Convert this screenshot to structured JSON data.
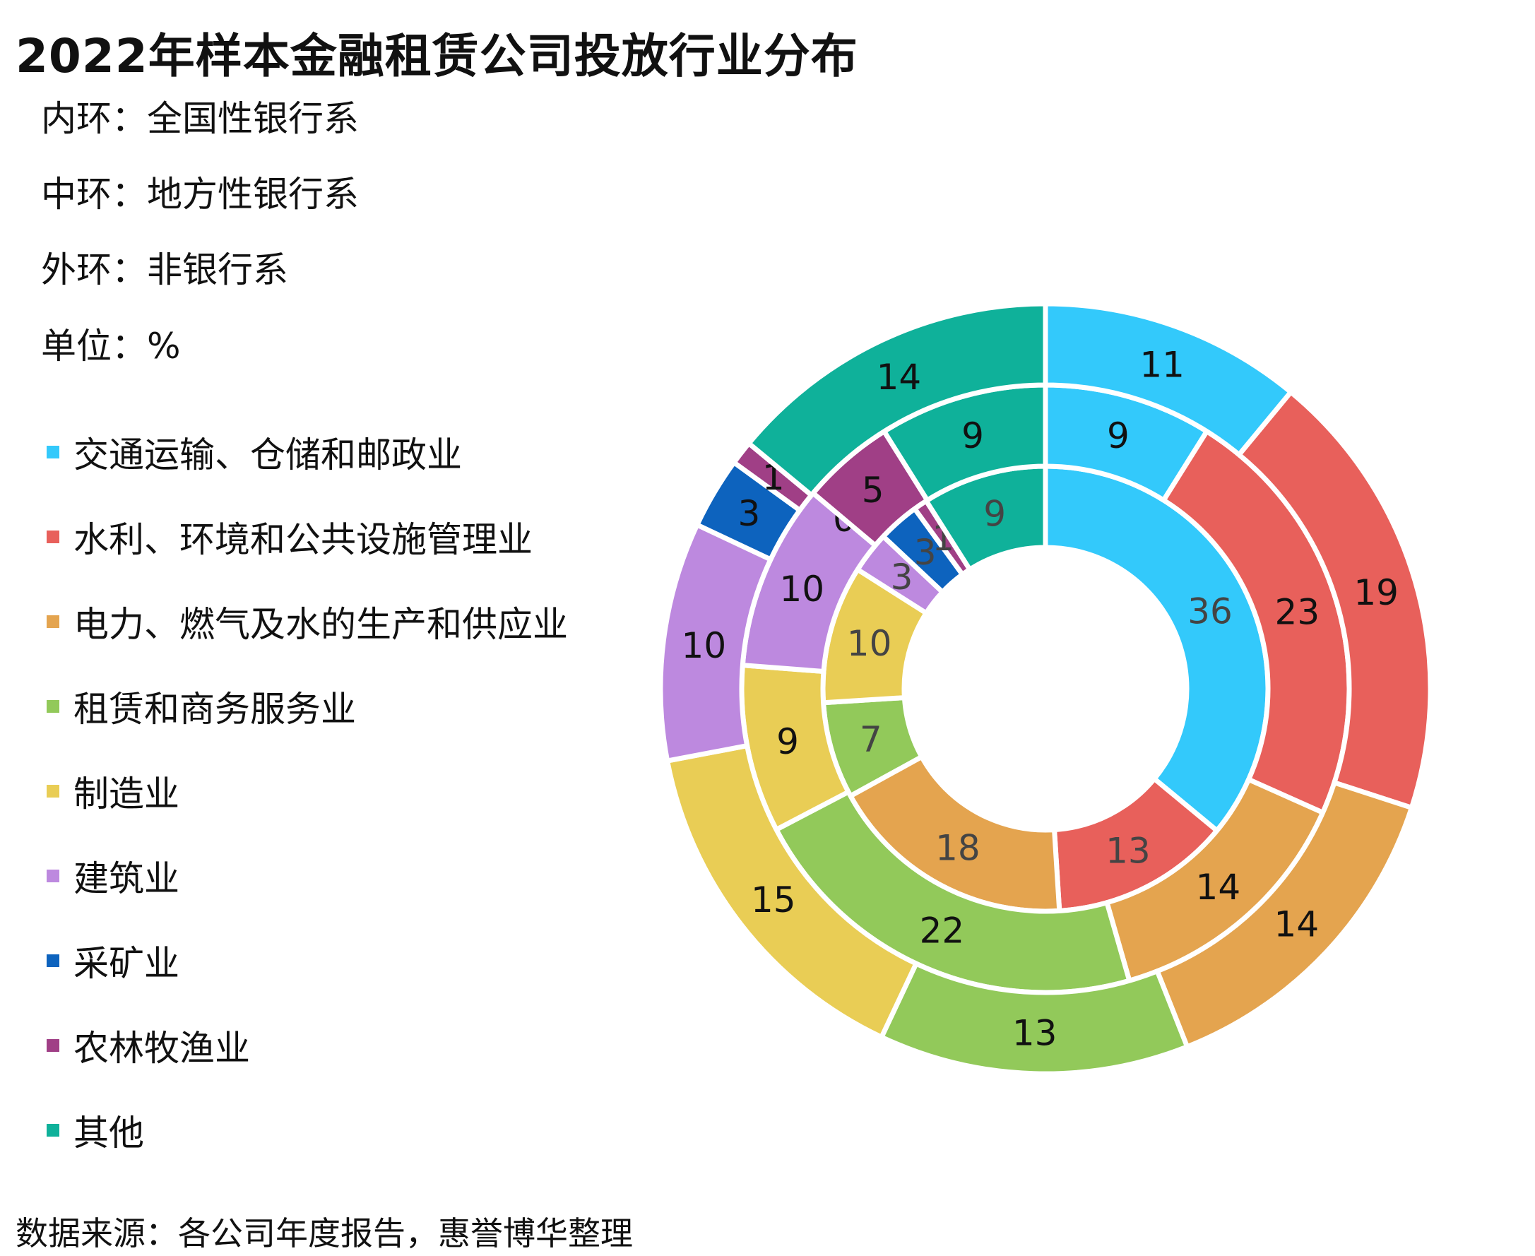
{
  "title": "2022年样本金融租赁公司投放行业分布",
  "notes": {
    "inner": "内环：全国性银行系",
    "middle": "中环：地方性银行系",
    "outer": "外环：非银行系",
    "unit": "单位：%"
  },
  "source": "数据来源：各公司年度报告，惠誉博华整理",
  "chart_data": {
    "type": "pie",
    "categories": [
      "交通运输、仓储和邮政业",
      "水利、环境和公共设施管理业",
      "电力、燃气及水的生产和供应业",
      "租赁和商务服务业",
      "制造业",
      "建筑业",
      "采矿业",
      "农林牧渔业",
      "其他"
    ],
    "colors": [
      "#33c9fb",
      "#e8605b",
      "#e4a44f",
      "#92c95a",
      "#e9cd55",
      "#bd89df",
      "#0d63be",
      "#a03f86",
      "#0fb19a"
    ],
    "series": [
      {
        "ring": "inner",
        "values": [
          36,
          13,
          18,
          7,
          10,
          3,
          3,
          1,
          9
        ]
      },
      {
        "ring": "middle",
        "values": [
          9,
          23,
          14,
          22,
          9,
          10,
          0,
          5,
          9
        ]
      },
      {
        "ring": "outer",
        "values": [
          11,
          19,
          14,
          13,
          15,
          10,
          3,
          1,
          14
        ]
      }
    ],
    "unit": "%",
    "legend": "left"
  }
}
